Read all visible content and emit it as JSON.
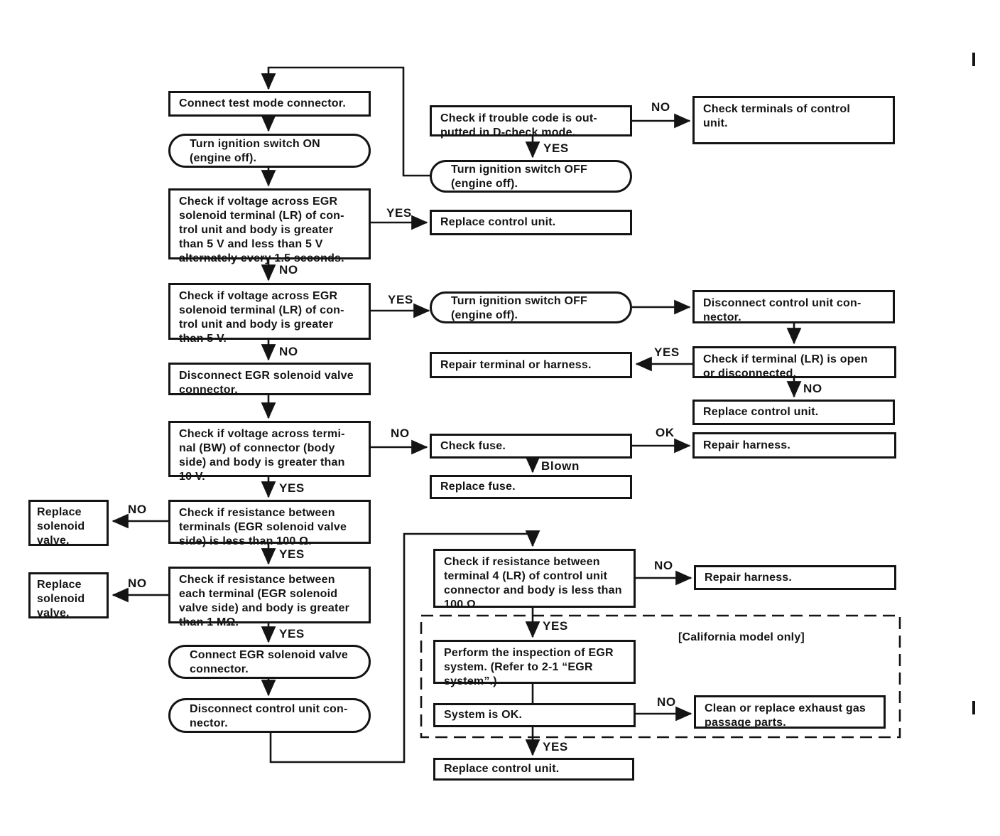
{
  "colors": {
    "ink": "#141414",
    "paper": "#ffffff"
  },
  "labels": {
    "yes": "YES",
    "no": "NO",
    "ok": "OK",
    "blown": "Blown"
  },
  "region": {
    "california_note": "[California model only]"
  },
  "nodes": {
    "connect_test_mode": {
      "text": "Connect test mode connector."
    },
    "ignition_on": {
      "text": "Turn ignition switch ON\n(engine off)."
    },
    "check_voltage_alt": {
      "text": "Check if voltage across EGR\nsolenoid terminal (LR) of con-\ntrol unit and body is greater\nthan 5 V and less than 5 V\nalternately every 1.5 seconds."
    },
    "check_voltage_5v": {
      "text": "Check if voltage across EGR\nsolenoid terminal (LR) of con-\ntrol unit and body is greater\nthan 5 V."
    },
    "disconnect_egr": {
      "text": "Disconnect EGR solenoid valve\nconnector."
    },
    "check_voltage_bw": {
      "text": "Check if voltage across termi-\nnal (BW) of connector (body\nside) and body is greater than\n10 V."
    },
    "check_res_100": {
      "text": "Check if resistance between\nterminals (EGR solenoid valve\nside) is less than 100 Ω."
    },
    "check_res_1m": {
      "text": "Check if resistance between\neach terminal (EGR solenoid\nvalve side) and body is greater\nthan 1 MΩ."
    },
    "connect_egr": {
      "text": "Connect EGR solenoid valve\nconnector."
    },
    "disconnect_cu_round": {
      "text": "Disconnect control unit con-\nnector."
    },
    "replace_solenoid_1": {
      "text": "Replace\nsolenoid\nvalve."
    },
    "replace_solenoid_2": {
      "text": "Replace\nsolenoid\nvalve."
    },
    "check_trouble_code": {
      "text": "Check if trouble code is out-\nputted in D-check mode."
    },
    "ignition_off_1": {
      "text": "Turn ignition switch OFF\n(engine off)."
    },
    "replace_control_1": {
      "text": "Replace control unit."
    },
    "ignition_off_2": {
      "text": "Turn ignition switch OFF\n(engine off)."
    },
    "repair_terminal": {
      "text": "Repair terminal or harness."
    },
    "check_fuse": {
      "text": "Check fuse."
    },
    "replace_fuse": {
      "text": "Replace fuse."
    },
    "check_res_terminal4": {
      "text": "Check if resistance between\nterminal 4 (LR) of control unit\nconnector and body is less than\n100 Ω."
    },
    "perform_egr": {
      "text": "Perform the inspection of EGR\nsystem. (Refer to 2-1 “EGR\nsystem”.)"
    },
    "system_ok": {
      "text": "System is OK."
    },
    "replace_control_3": {
      "text": "Replace control unit."
    },
    "check_terminals_cu": {
      "text": "Check terminals of control\nunit."
    },
    "disconnect_cu_rect": {
      "text": "Disconnect control unit con-\nnector."
    },
    "check_terminal_lr": {
      "text": "Check if terminal (LR) is open\nor disconnected."
    },
    "replace_control_2": {
      "text": "Replace control unit."
    },
    "repair_harness_1": {
      "text": "Repair harness."
    },
    "repair_harness_2": {
      "text": "Repair harness."
    },
    "clean_exhaust": {
      "text": "Clean or replace exhaust gas\npassage parts."
    }
  }
}
